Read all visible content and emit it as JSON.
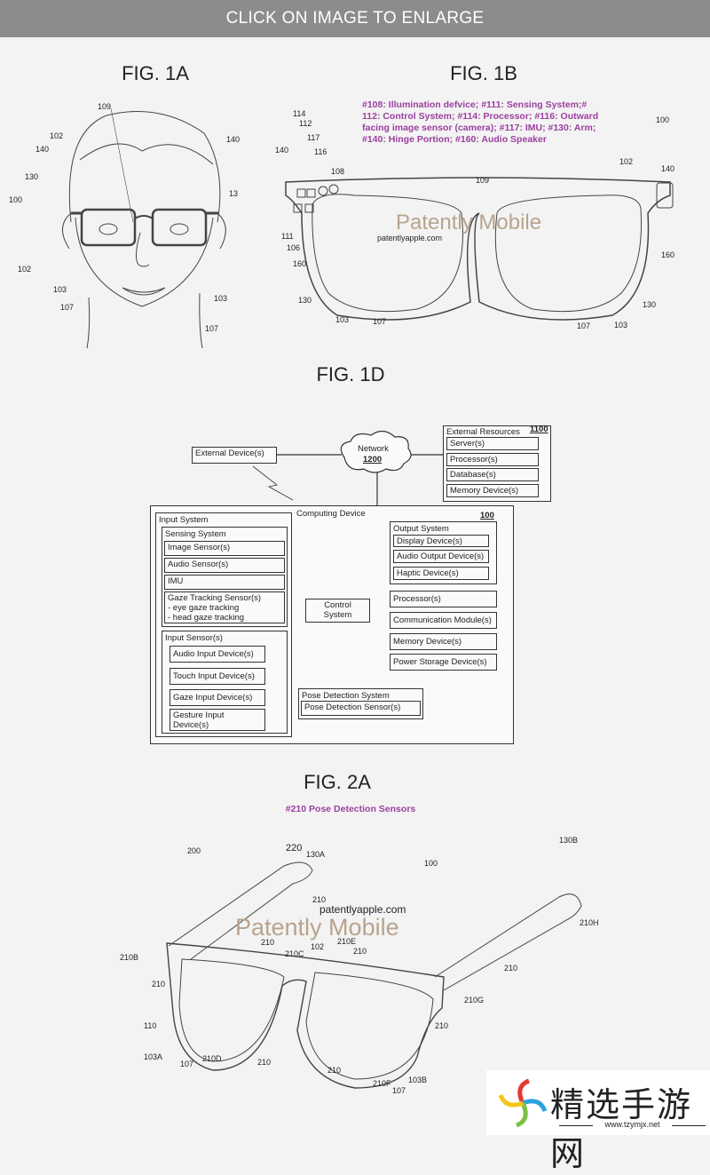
{
  "header": {
    "label": "CLICK ON IMAGE TO ENLARGE"
  },
  "figures": {
    "fig1a": {
      "title": "FIG. 1A",
      "labels": [
        "109",
        "102",
        "140",
        "130",
        "100",
        "140",
        "13",
        "102",
        "103",
        "107",
        "103",
        "107"
      ]
    },
    "fig1b": {
      "title": "FIG. 1B",
      "caption": [
        "#108: Illumination defvice; #111: Sensing System;#",
        "112: Control System; #114: Processor; #116: Outward",
        "facing image sensor (camera); #117: IMU; #130: Arm;",
        "#140: Hinge Portion; #160: Audio Speaker"
      ],
      "labels": [
        "114",
        "112",
        "117",
        "116",
        "140",
        "108",
        "109",
        "102",
        "140",
        "111",
        "106",
        "160",
        "130",
        "103",
        "107",
        "107",
        "103",
        "130",
        "160",
        "100"
      ],
      "watermark": "Patently Mobile",
      "watermark_url": "patentlyapple.com"
    },
    "fig1d": {
      "title": "FIG. 1D",
      "external_device": "External Device(s)",
      "network": {
        "label": "Network",
        "ref": "1200"
      },
      "external_resources": {
        "label": "External Resources",
        "ref": "1100",
        "items": [
          "Server(s)",
          "Processor(s)",
          "Database(s)",
          "Memory Device(s)"
        ]
      },
      "computing_device": {
        "label": "Computing Device",
        "ref": "100"
      },
      "input_system": {
        "label": "Input System",
        "sensing_system": {
          "label": "Sensing System",
          "items": [
            "Image Sensor(s)",
            "Audio Sensor(s)",
            "IMU"
          ],
          "gaze": [
            "Gaze Tracking Sensor(s)",
            "- eye gaze tracking",
            "- head gaze tracking"
          ]
        },
        "input_sensors": {
          "label": "Input Sensor(s)",
          "items": [
            "Audio Input Device(s)",
            "Touch Input Device(s)",
            "Gaze Input Device(s)"
          ],
          "gesture": [
            "Gesture Input",
            "Device(s)"
          ]
        }
      },
      "control_system": [
        "Control",
        "System"
      ],
      "output_system": {
        "label": "Output System",
        "items": [
          "Display Device(s)",
          "Audio Output Device(s)",
          "Haptic Device(s)"
        ]
      },
      "components": [
        "Processor(s)",
        "Communication Module(s)",
        "Memory Device(s)",
        "Power Storage Device(s)"
      ],
      "pose_system": {
        "label": "Pose Detection System",
        "sensor": "Pose Detection Sensor(s)"
      }
    },
    "fig2a": {
      "title": "FIG. 2A",
      "caption": "#210 Pose Detection Sensors",
      "labels": [
        "200",
        "220",
        "130A",
        "210",
        "100",
        "130B",
        "210B",
        "210",
        "210",
        "210C",
        "102",
        "210E",
        "210",
        "210H",
        "210",
        "210G",
        "210",
        "110",
        "103A",
        "107",
        "210D",
        "210",
        "210",
        "210F",
        "107",
        "103B"
      ],
      "watermark": "Patently Mobile",
      "watermark_url": "patentlyapple.com"
    }
  },
  "logo": {
    "name": "精选手游网",
    "url": "www.tzymjx.net"
  }
}
